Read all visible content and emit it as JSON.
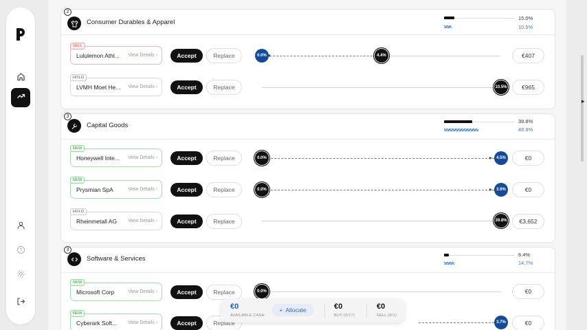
{
  "sidebar": {
    "logo": "P",
    "items": [
      {
        "icon": "home-icon"
      },
      {
        "icon": "trending-up-icon",
        "active": true
      },
      {
        "icon": "user-icon"
      },
      {
        "icon": "help-icon"
      },
      {
        "icon": "settings-icon"
      },
      {
        "icon": "logout-icon"
      }
    ]
  },
  "common": {
    "view_details": "View Details",
    "accept": "Accept",
    "replace": "Replace"
  },
  "categories": [
    {
      "number": "2",
      "title": "Consumer Durables & Apparel",
      "icon": "shirt-icon",
      "current_pct": "15.0%",
      "target_pct": "10.5%",
      "current_fill": 0.15,
      "target_fill": 0.105,
      "holdings": [
        {
          "tag": "SELL",
          "name": "Lululemon Athl...",
          "from": "4.4%",
          "to": "0.0%",
          "value": "€407"
        },
        {
          "tag": "HOLD",
          "name": "LVMH Moet He...",
          "from": "10.5%",
          "value": "€965"
        }
      ]
    },
    {
      "number": "3",
      "title": "Capital Goods",
      "icon": "wrench-icon",
      "current_pct": "39.8%",
      "target_pct": "48.9%",
      "current_fill": 0.398,
      "target_fill": 0.489,
      "holdings": [
        {
          "tag": "NEW",
          "name": "Honeywell Inte...",
          "from": "0.0%",
          "to": "4.5%",
          "value": "€0"
        },
        {
          "tag": "NEW",
          "name": "Prysmian SpA",
          "from": "0.0%",
          "to": "3.9%",
          "value": "€0"
        },
        {
          "tag": "HOLD",
          "name": "Rheinmetall AG",
          "from": "39.8%",
          "value": "€3,652"
        }
      ]
    },
    {
      "number": "3",
      "title": "Software & Services",
      "icon": "code-icon",
      "current_pct": "6.4%",
      "target_pct": "14.7%",
      "current_fill": 0.064,
      "target_fill": 0.147,
      "holdings": [
        {
          "tag": "NEW",
          "name": "Microsoft Corp",
          "from": "0.0%",
          "value": "€0"
        },
        {
          "tag": "NEW",
          "name": "Cyberark Soft...",
          "to": "3.7%",
          "value": "€0"
        }
      ]
    }
  ],
  "bottom_bar": {
    "cash_value": "€0",
    "cash_label": "AVAILABLE CASH",
    "allocate_label": "Allocate",
    "buy_value": "€0",
    "buy_label": "BUY (0/17)",
    "sell_value": "€0",
    "sell_label": "SELL (0/1)"
  },
  "colors": {
    "accent_blue": "#134a9c",
    "sell_red": "#d9534f",
    "new_green": "#2e9a44"
  }
}
